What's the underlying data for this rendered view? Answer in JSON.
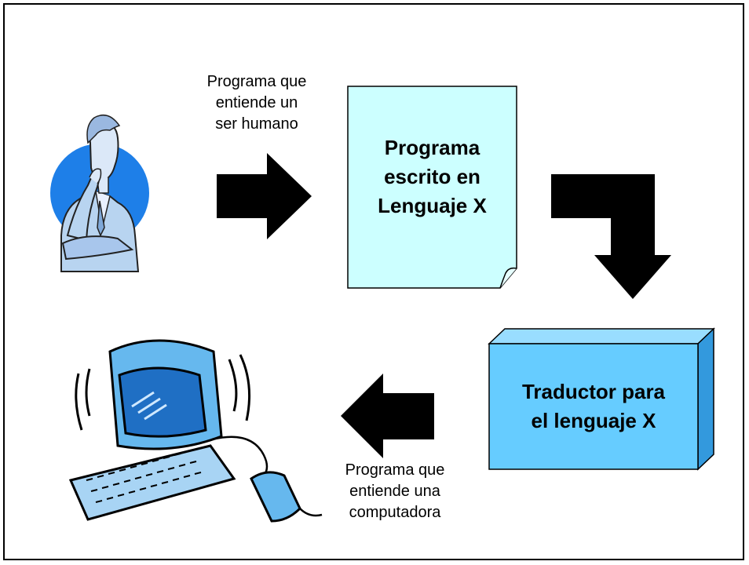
{
  "slide": {
    "caption_top": "Programa que\nentiende un\nser humano",
    "document_label": "Programa\nescrito en\nLenguaje X",
    "translator_label": "Traductor para\nel lenguaje X",
    "caption_bottom": "Programa que\nentiende una\ncomputadora"
  },
  "colors": {
    "document_fill": "#ccffff",
    "translator_front": "#66ccff",
    "translator_side": "#3399dd",
    "person_circle": "#1e7fe8",
    "person_suit": "#b8d4f0",
    "computer_blue": "#66b8ee",
    "arrow": "#000000"
  },
  "icons": {
    "person": "thinking-man-clipart",
    "computer": "computer-clipart"
  }
}
